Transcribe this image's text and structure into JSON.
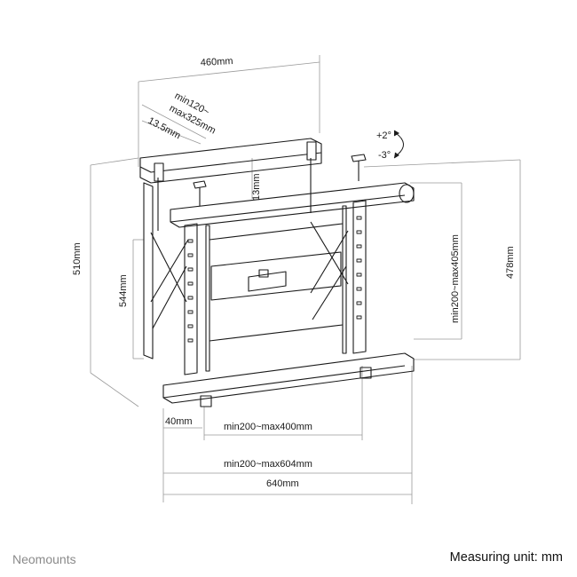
{
  "dimensions": {
    "top_width": "460mm",
    "vertical_pitch": "min120~\nmax325mm",
    "offset": "13.5mm",
    "plate_gap": "13mm",
    "tilt_up": "+2°",
    "tilt_down": "-3°",
    "left_height": "510mm",
    "inner_height": "544mm",
    "right_vertical": "min200~max405mm",
    "right_height": "478mm",
    "bottom_left": "40mm",
    "horizontal_range": "min200~max400mm",
    "horizontal_range_max": "min200~max604mm",
    "overall_width": "640mm"
  },
  "footer": {
    "brand": "Neomounts",
    "unit_label": "Measuring unit: mm"
  },
  "colors": {
    "line": "#1a1a1a",
    "dimension_line": "#9a9a9a",
    "brand": "#8a8a8a"
  }
}
